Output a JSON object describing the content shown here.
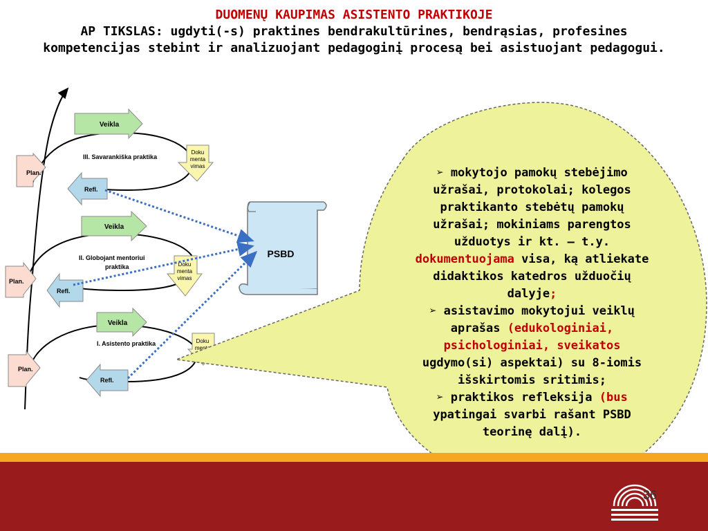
{
  "header": {
    "title": "DUOMENŲ KAUPIMAS ASISTENTO PRAKTIKOJE",
    "goal_label": "AP TIKSLAS",
    "goal_text": ": ugdyti(-s) praktines bendrakultūrines, bendrąsias, profesines kompetencijas stebint ir analizuojant pedagoginį procesą bei asistuojant pedagogui."
  },
  "diagram": {
    "stages": [
      {
        "name": "III. Savarankiška praktika",
        "activity": "Veikla",
        "doc": "Doku menta vimas",
        "reflection": "Refl.",
        "plan": "Plan."
      },
      {
        "name": "II. Globojant mentoriui praktika",
        "activity": "Veikla",
        "doc": "Doku menta vimas",
        "reflection": "Refl.",
        "plan": "Plan."
      },
      {
        "name": "I. Asistento praktika",
        "activity": "Veikla",
        "doc": "Doku menta",
        "reflection": "Refl.",
        "plan": "Plan."
      }
    ],
    "scroll_label": "PSBD"
  },
  "bubble": {
    "bullet": "➢",
    "item1_black": "mokytojo pamokų stebėjimo užrašai, protokolai; kolegos praktikanto stebėtų pamokų užrašai; mokiniams parengtos užduotys ir kt. – t.y.",
    "item1_red": "dokumentuojama",
    "item1_black2": "visa, ką atliekate didaktikos katedros užduočių dalyje",
    "item1_end": ";",
    "item2_black": "asistavimo mokytojui veiklų aprašas",
    "item2_red": "(edukologiniai, psichologiniai, sveikatos",
    "item2_black2": "ugdymo(si) aspektai) su 8-iomis išskirtomis sritimis;",
    "item3_black": "praktikos refleksija",
    "item3_red": "(bus",
    "item3_black2": "ypatingai svarbi rašant PSBD teorinę dalį)."
  },
  "footer": {
    "page_number": "36"
  },
  "colors": {
    "title_red": "#c00000",
    "footer": "#9a1b1b",
    "ribbon": "#f5a623",
    "bubble_fill": "#eef29a",
    "scroll_fill": "#cde6f5",
    "veikla_fill": "#b6e6a6",
    "doc_fill": "#fbf6ae",
    "refl_fill": "#b3d8ea",
    "plan_fill": "#fcdcd0"
  }
}
